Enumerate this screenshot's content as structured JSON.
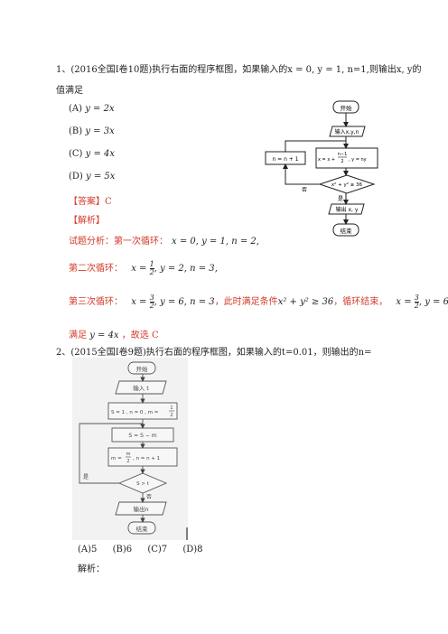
{
  "q1": {
    "stem_line1": "1、(2016全国Ⅰ卷10题)执行右面的程序框图，如果输入的x = 0, y = 1, n=1,则输出x, y的",
    "stem_line2": "值满足",
    "options": [
      {
        "label": "(A)",
        "expr": "y = 2x"
      },
      {
        "label": "(B)",
        "expr": "y = 3x"
      },
      {
        "label": "(C)",
        "expr": "y = 4x"
      },
      {
        "label": "(D)",
        "expr": "y = 5x"
      }
    ],
    "answer": "【答案】C",
    "analysis_title": "【解析】",
    "line1_label": "试题分析：第一次循环：",
    "line1_expr": "x = 0, y = 1, n = 2",
    "line2_label": "第二次循环：",
    "line2_x": "x =",
    "line2_num": "1",
    "line2_den": "2",
    "line2_rest": ", y = 2, n = 3",
    "line3_label": "第三次循环：",
    "line3_x": "x =",
    "line3_num": "3",
    "line3_den": "2",
    "line3_rest": ", y = 6, n = 3",
    "line3_cond_text": "，此时满足条件",
    "line3_cond_expr": "x² + y² ≥ 36",
    "line3_end": "，循环结束，",
    "line3_tail_x": "x =",
    "line3_tail_num": "3",
    "line3_tail_den": "2",
    "line3_tail_rest": ", y = 6",
    "line4_label": "满足",
    "line4_expr": "y = 4x",
    "line4_end": "，故选 C",
    "flow": {
      "start": "开始",
      "input": "输入x,y,n",
      "update_num": "n−1",
      "update_den": "2",
      "update_pre": "x = x +",
      "update_post": ", y = ny",
      "increment": "n = n + 1",
      "cond": "x² + y² ≥ 36",
      "no": "否",
      "yes": "是",
      "output": "输出 x, y",
      "end": "结束"
    }
  },
  "q2": {
    "stem": "2、(2015全国Ⅰ卷9题)执行右面的程序框图，如果输入的t=0.01，则输出的n=",
    "flow": {
      "start": "开始",
      "input": "输入 t",
      "init_pre": "S = 1 , n = 0 , m =",
      "init_num": "1",
      "init_den": "2",
      "step1": "S = S − m",
      "step2_pre": "m =",
      "step2_num": "m",
      "step2_den": "2",
      "step2_post": ", n = n + 1",
      "cond": "S > t",
      "yes": "是",
      "no": "否",
      "output": "输出n",
      "end": "结束"
    },
    "options": [
      {
        "label": "(A)",
        "value": "5"
      },
      {
        "label": "(B)",
        "value": "6"
      },
      {
        "label": "(C)",
        "value": "7"
      },
      {
        "label": "(D)",
        "value": "8"
      }
    ],
    "analysis": "解析："
  }
}
